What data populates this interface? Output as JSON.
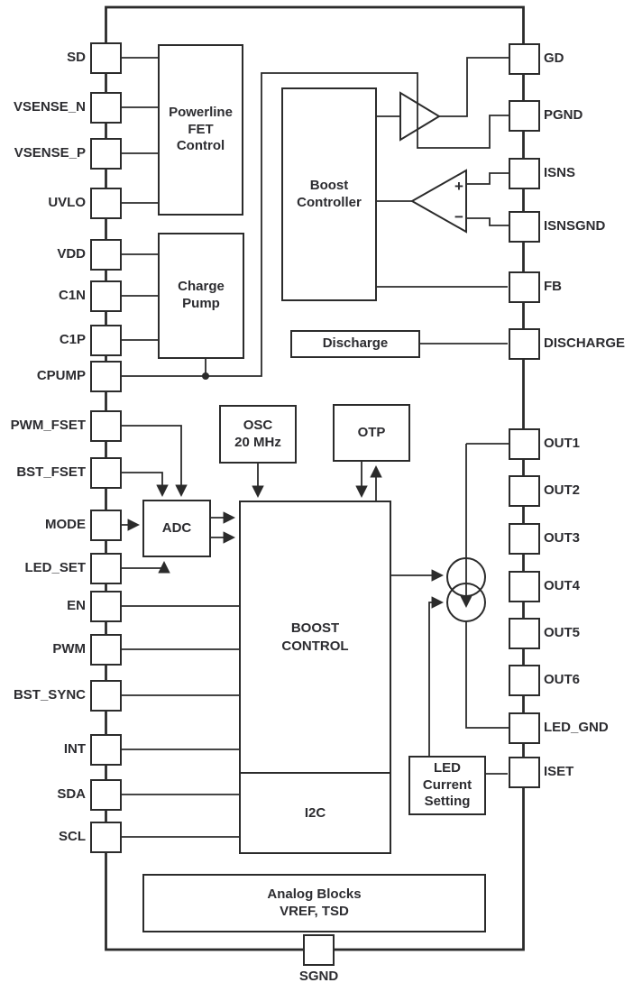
{
  "colors": {
    "line": "#2b2b2b",
    "text": "#2c2c30",
    "background": "#ffffff"
  },
  "pins": {
    "left": [
      {
        "label": "SD"
      },
      {
        "label": "VSENSE_N"
      },
      {
        "label": "VSENSE_P"
      },
      {
        "label": "UVLO"
      },
      {
        "label": "VDD"
      },
      {
        "label": "C1N"
      },
      {
        "label": "C1P"
      },
      {
        "label": "CPUMP"
      },
      {
        "label": "PWM_FSET"
      },
      {
        "label": "BST_FSET"
      },
      {
        "label": "MODE"
      },
      {
        "label": "LED_SET"
      },
      {
        "label": "EN"
      },
      {
        "label": "PWM"
      },
      {
        "label": "BST_SYNC"
      },
      {
        "label": "INT"
      },
      {
        "label": "SDA"
      },
      {
        "label": "SCL"
      }
    ],
    "right": [
      {
        "label": "GD"
      },
      {
        "label": "PGND"
      },
      {
        "label": "ISNS"
      },
      {
        "label": "ISNSGND"
      },
      {
        "label": "FB"
      },
      {
        "label": "DISCHARGE"
      },
      {
        "label": "OUT1"
      },
      {
        "label": "OUT2"
      },
      {
        "label": "OUT3"
      },
      {
        "label": "OUT4"
      },
      {
        "label": "OUT5"
      },
      {
        "label": "OUT6"
      },
      {
        "label": "LED_GND"
      },
      {
        "label": "ISET"
      }
    ],
    "bottom": {
      "label": "SGND"
    }
  },
  "blocks": {
    "powerline_fet": {
      "label": "Powerline\nFET\nControl"
    },
    "charge_pump": {
      "label": "Charge\nPump"
    },
    "boost_controller": {
      "label": "Boost\nController"
    },
    "discharge": {
      "label": "Discharge"
    },
    "osc": {
      "label": "OSC\n20 MHz"
    },
    "otp": {
      "label": "OTP"
    },
    "adc": {
      "label": "ADC"
    },
    "boost_control": {
      "label": "BOOST\nCONTROL"
    },
    "i2c": {
      "label": "I2C"
    },
    "led_current": {
      "label": "LED\nCurrent\nSetting"
    },
    "analog": {
      "label": "Analog Blocks\nVREF, TSD"
    }
  },
  "symbols": {
    "comparator_plus": "+",
    "comparator_minus": "−"
  }
}
